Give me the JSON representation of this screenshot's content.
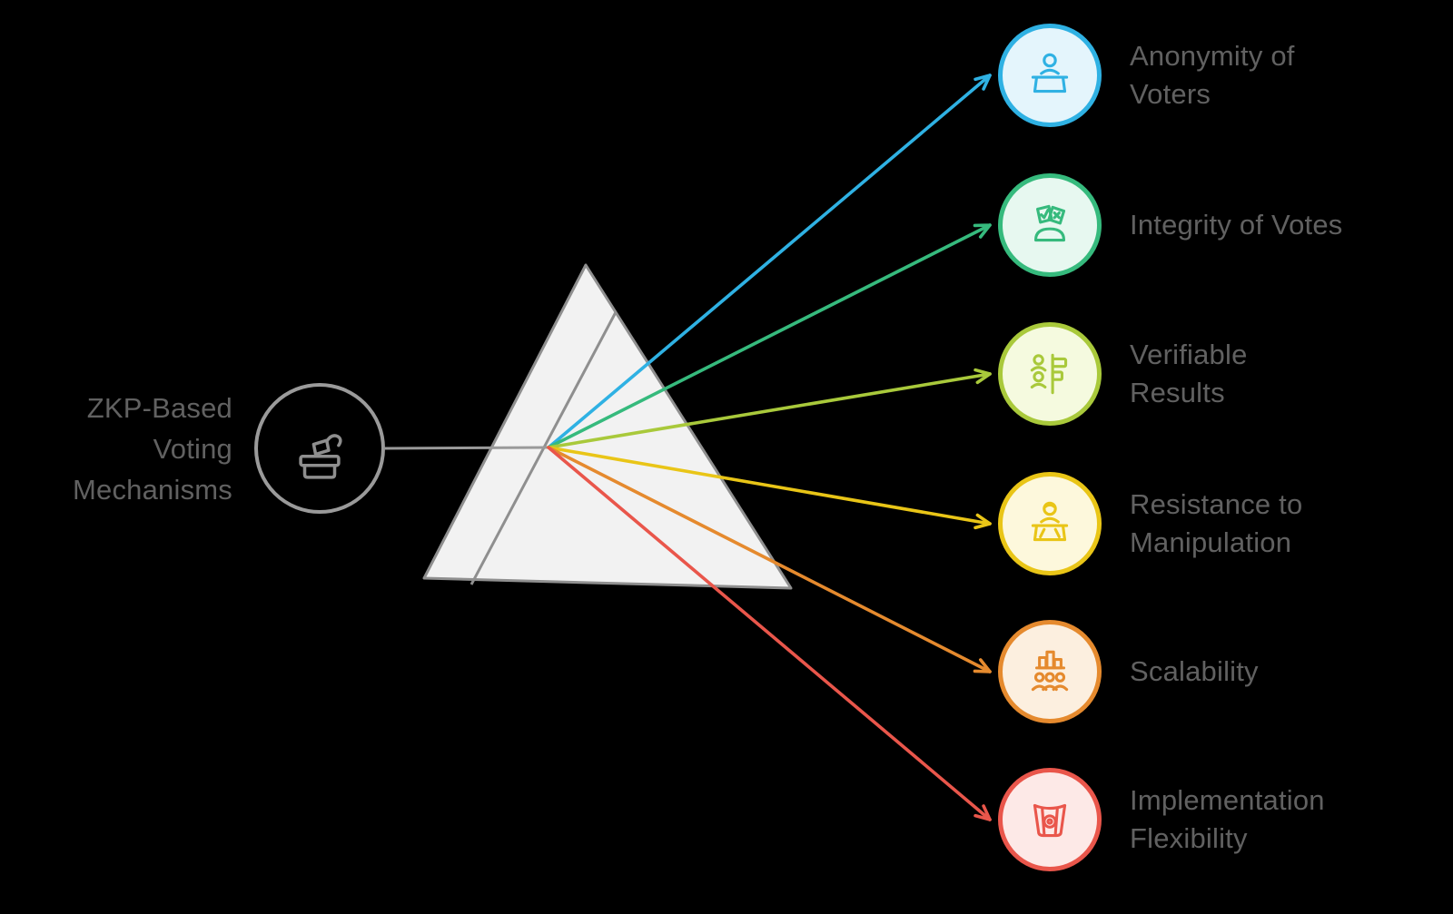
{
  "background": "#000000",
  "text_color": "#616161",
  "connector_color": "#9A9A9A",
  "source": {
    "label": "ZKP-Based\nVoting\nMechanisms",
    "icon": "ballot-box-hand-icon",
    "color": "#8E8E8E",
    "circle_stroke": "#9A9A9A"
  },
  "prism": {
    "fill": "#F2F2F2",
    "stroke": "#8F8F8F"
  },
  "items": [
    {
      "label": "Anonymity of\nVoters",
      "icon": "voter-at-booth-icon",
      "color": "#2FB1E3",
      "tint": "#E4F5FC"
    },
    {
      "label": "Integrity of Votes",
      "icon": "ballots-check-x-icon",
      "color": "#36BA7D",
      "tint": "#E7F8F0"
    },
    {
      "label": "Verifiable\nResults",
      "icon": "people-results-list-icon",
      "color": "#A9C93B",
      "tint": "#F5FADF"
    },
    {
      "label": "Resistance to\nManipulation",
      "icon": "shielded-voter-desk-icon",
      "color": "#E9C517",
      "tint": "#FDF8DC"
    },
    {
      "label": "Scalability",
      "icon": "bar-chart-people-icon",
      "color": "#E58A2E",
      "tint": "#FCEFDF"
    },
    {
      "label": "Implementation\nFlexibility",
      "icon": "ballot-urn-icon",
      "color": "#E9564B",
      "tint": "#FDE9E7"
    }
  ]
}
